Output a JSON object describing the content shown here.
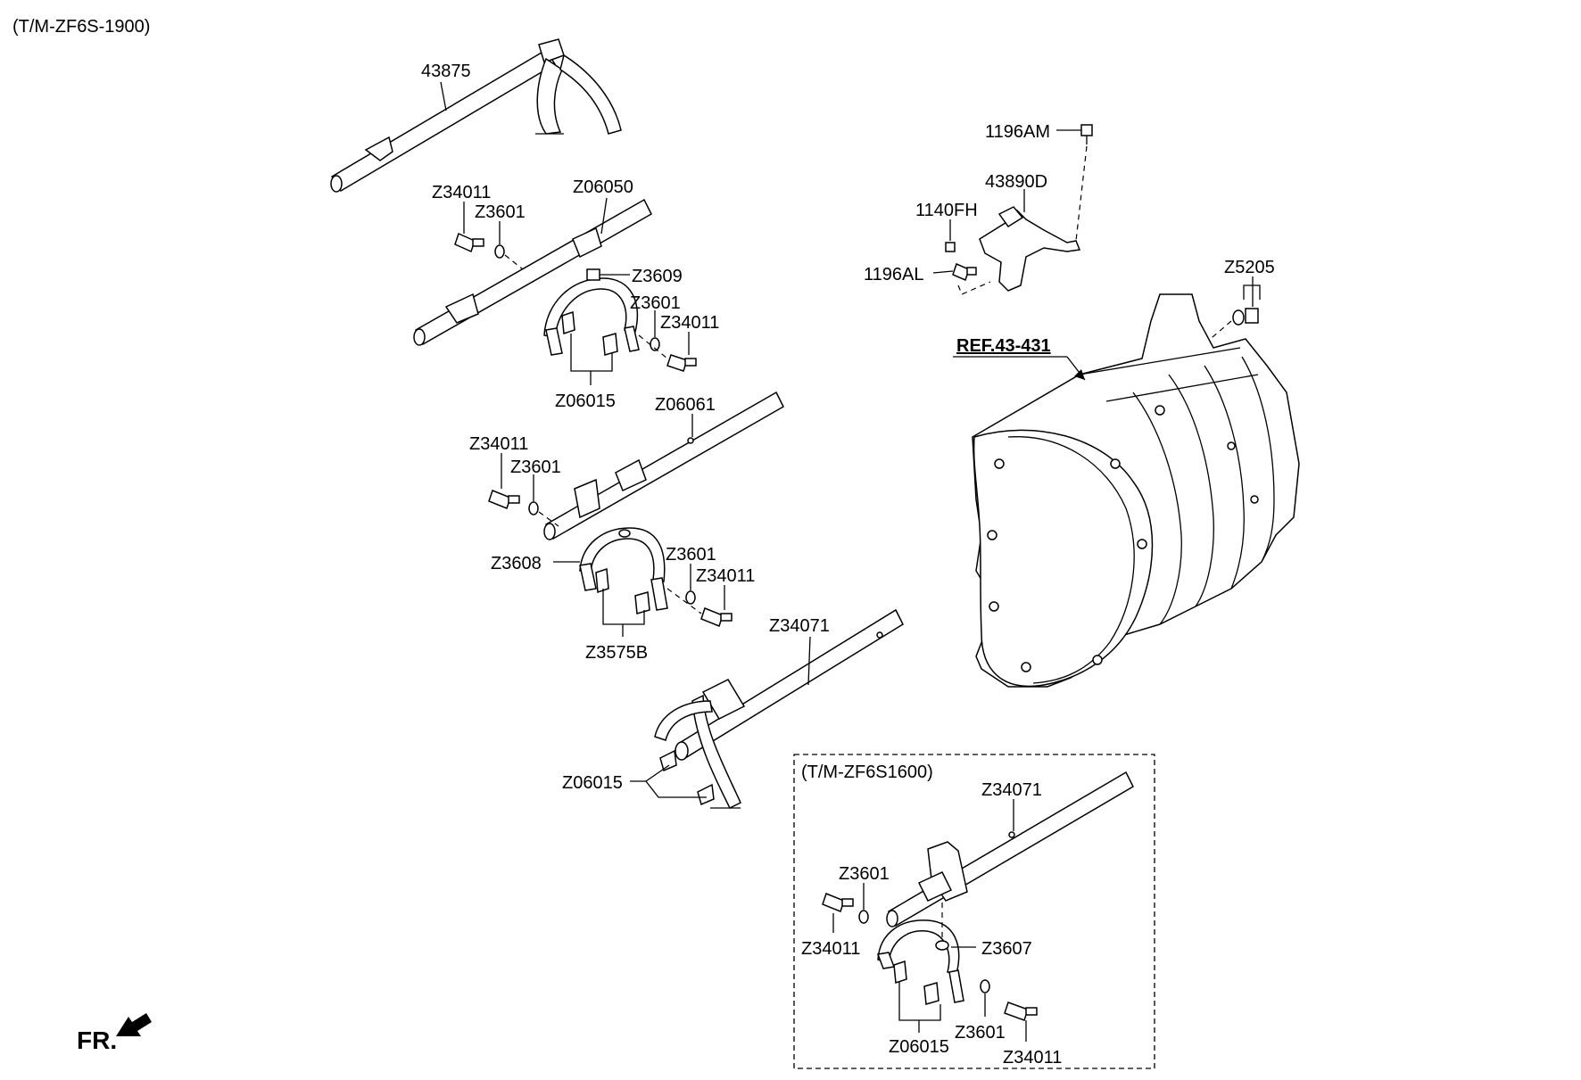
{
  "header": {
    "variant_label": "(T/M-ZF6S-1900)"
  },
  "labels": {
    "p43875": "43875",
    "z34011_a": "Z34011",
    "z3601_a": "Z3601",
    "z06050": "Z06050",
    "z3609": "Z3609",
    "z3601_b": "Z3601",
    "z34011_b": "Z34011",
    "z06015_a": "Z06015",
    "z06061": "Z06061",
    "z34011_c": "Z34011",
    "z3601_c": "Z3601",
    "z3608": "Z3608",
    "z3601_d": "Z3601",
    "z34011_d": "Z34011",
    "z3575b": "Z3575B",
    "z34071_a": "Z34071",
    "z06015_b": "Z06015",
    "p1196am": "1196AM",
    "p43890d": "43890D",
    "p1140fh": "1140FH",
    "p1196al": "1196AL",
    "z5205": "Z5205",
    "ref": "REF.43-431",
    "fr": "FR."
  },
  "inset": {
    "title": "(T/M-ZF6S1600)",
    "labels": {
      "z34071": "Z34071",
      "z3601_top": "Z3601",
      "z34011_left": "Z34011",
      "z3607": "Z3607",
      "z06015": "Z06015",
      "z3601_bottom": "Z3601",
      "z34011_bottom": "Z34011"
    }
  },
  "colors": {
    "line": "#000000",
    "background": "#ffffff"
  },
  "icons": {
    "front_arrow": "fr-arrow-icon"
  }
}
